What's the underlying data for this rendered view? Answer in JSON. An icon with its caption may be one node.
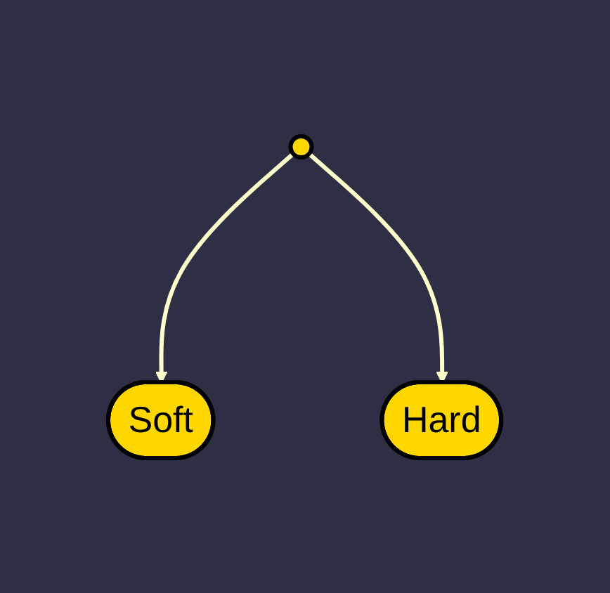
{
  "diagram": {
    "nodes": [
      {
        "text": [],
        "shape": "circle"
      },
      {
        "text": [
          "Soft"
        ]
      },
      {
        "text": [
          "Hard"
        ]
      }
    ],
    "edges": [
      {
        "from": 0,
        "to": 1,
        "arrow": "to"
      },
      {
        "from": 0,
        "to": 2,
        "arrow": "to"
      }
    ]
  }
}
